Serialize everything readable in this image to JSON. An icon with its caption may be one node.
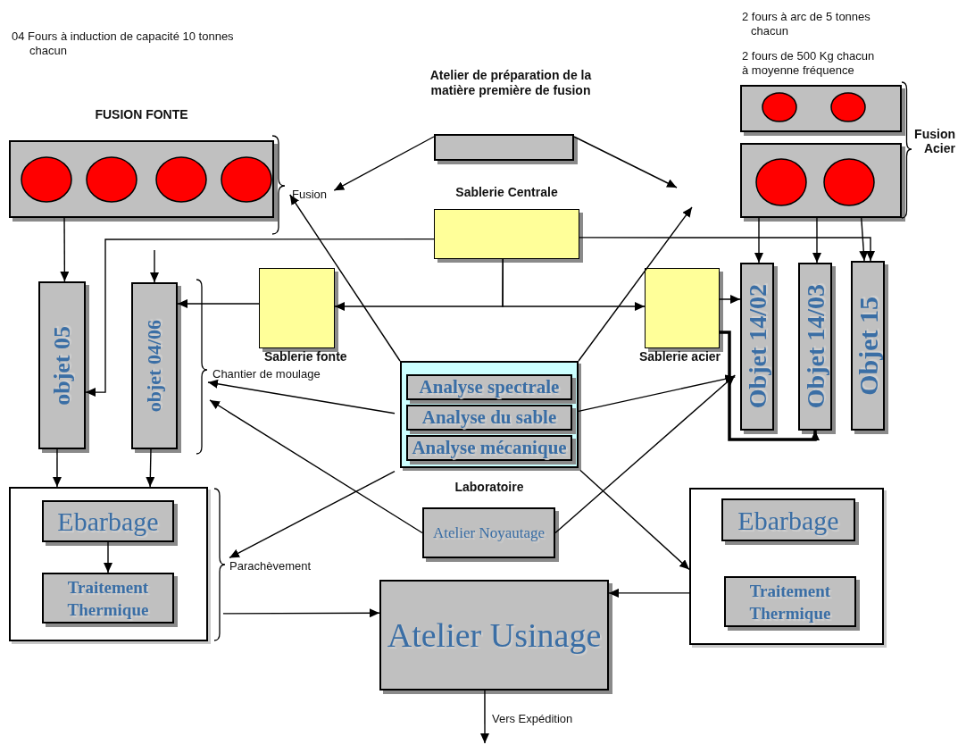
{
  "diagram": {
    "nodes": [
      {
        "text": [
          "FUSION FONTE"
        ]
      },
      {
        "text": [
          "Atelier de préparation de la matière première de fusion"
        ]
      },
      {
        "text": [],
        "shape": "box",
        "beside": [
          "2 fours de 500 Kg chacun à moyenne fréquence"
        ]
      },
      {
        "text": [],
        "shape": "box"
      },
      {
        "text": [
          "Sablerie Centrale"
        ]
      },
      {
        "text": [
          "Sablerie fonte"
        ]
      },
      {
        "text": [
          "Sablerie acier"
        ]
      },
      {
        "text": [
          "objet 05"
        ]
      },
      {
        "text": [
          "objet 04/06"
        ]
      },
      {
        "text": [
          "Objet 14/02"
        ]
      },
      {
        "text": [
          "Objet 14/03"
        ]
      },
      {
        "text": [
          "Objet 15"
        ]
      },
      {
        "text": [
          "Laboratoire"
        ]
      },
      {
        "text": [
          "Analyse spectrale"
        ],
        "in": 12
      },
      {
        "text": [
          "Analyse du sable"
        ],
        "in": 12
      },
      {
        "text": [
          "Analyse mécanique"
        ],
        "in": 12
      },
      {
        "text": [
          "Atelier Noyautage"
        ]
      },
      {
        "text": [],
        "shape": "box"
      },
      {
        "text": [
          "Ebarbage"
        ],
        "in": 17
      },
      {
        "text": [
          "Traitement Thermique"
        ],
        "in": 17
      },
      {
        "text": [
          "Atelier Usinage"
        ]
      },
      {
        "text": [],
        "shape": "box"
      },
      {
        "text": [
          "Ebarbage"
        ],
        "in": 21
      },
      {
        "text": [
          "Traitement Thermique"
        ],
        "in": 21
      },
      {
        "text": [
          "Fusion"
        ]
      },
      {
        "text": [
          "Chantier de moulage"
        ]
      },
      {
        "text": [
          "Parachèvement"
        ]
      }
    ],
    "edges": [
      {
        "from": 1,
        "to": 24,
        "arrow": "to"
      },
      {
        "from": 1,
        "to": null,
        "arrow": "to"
      },
      {
        "from": 12,
        "to": 24,
        "arrow": "to"
      },
      {
        "from": 12,
        "to": null,
        "arrow": "to"
      },
      {
        "from": 0,
        "to": 7,
        "arrow": "to"
      },
      {
        "from": null,
        "to": 8,
        "arrow": "to"
      },
      {
        "from": 4,
        "to": 7,
        "arrow": "to"
      },
      {
        "from": 4,
        "to": 11,
        "arrow": "to"
      },
      {
        "from": 4,
        "to": 5,
        "arrow": "to"
      },
      {
        "from": 4,
        "to": 6,
        "arrow": "to"
      },
      {
        "from": 5,
        "to": 8,
        "arrow": "to"
      },
      {
        "from": 6,
        "to": 9,
        "arrow": "to"
      },
      {
        "from": 6,
        "to": 10,
        "arrow": "to",
        "style": "thick"
      },
      {
        "from": 3,
        "to": 9,
        "arrow": "to"
      },
      {
        "from": 3,
        "to": 10,
        "arrow": "to"
      },
      {
        "from": 3,
        "to": 11,
        "arrow": "to"
      },
      {
        "from": 12,
        "to": 25,
        "arrow": "to"
      },
      {
        "from": 16,
        "to": 25,
        "arrow": "to"
      },
      {
        "from": 12,
        "to": 9,
        "arrow": "to"
      },
      {
        "from": 16,
        "to": 9,
        "arrow": "to"
      },
      {
        "from": 12,
        "to": 26,
        "arrow": "to"
      },
      {
        "from": 12,
        "to": 21,
        "arrow": "to"
      },
      {
        "from": 7,
        "to": 17,
        "arrow": "to"
      },
      {
        "from": 8,
        "to": 17,
        "arrow": "to"
      },
      {
        "from": 18,
        "to": 19,
        "arrow": "to"
      },
      {
        "from": 17,
        "to": 20,
        "arrow": "to"
      },
      {
        "from": 21,
        "to": 20,
        "arrow": "to"
      },
      {
        "from": 20,
        "to": null,
        "arrow": "to",
        "label": "Vers Expédition"
      }
    ],
    "labels": [
      "04 Fours à induction de capacité 10 tonnes chacun",
      "2 fours à arc de 5 tonnes chacun",
      "Fusion Acier"
    ]
  }
}
